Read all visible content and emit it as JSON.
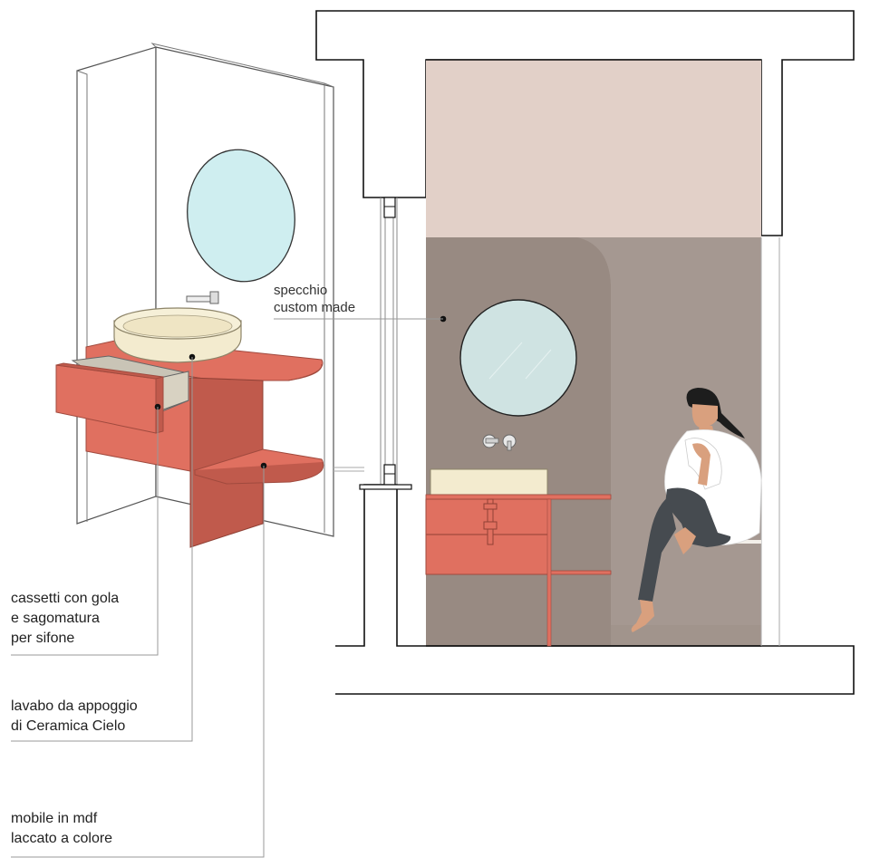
{
  "annotations": {
    "mirror": {
      "line1": "specchio",
      "line2": "custom made"
    },
    "drawers": {
      "line1": "cassetti con gola",
      "line2": "e sagomatura",
      "line3": "per sifone"
    },
    "basin": {
      "line1": "lavabo da appoggio",
      "line2": "di Ceramica Cielo"
    },
    "cabinet": {
      "line1": "mobile in mdf",
      "line2": "laccato a colore"
    }
  },
  "colors": {
    "lacquer": "#e07060",
    "lacquer_dark": "#c05a4c",
    "basin": "#f3ebcf",
    "mirror": "#cfeef0",
    "wall_upper": "#e2d0c8",
    "wall_lower": "#9e918a",
    "wall_panel": "#988a82",
    "shirt": "#ffffff",
    "pants": "#464b50",
    "hair": "#1d1d1d",
    "skin": "#d9a07e"
  }
}
